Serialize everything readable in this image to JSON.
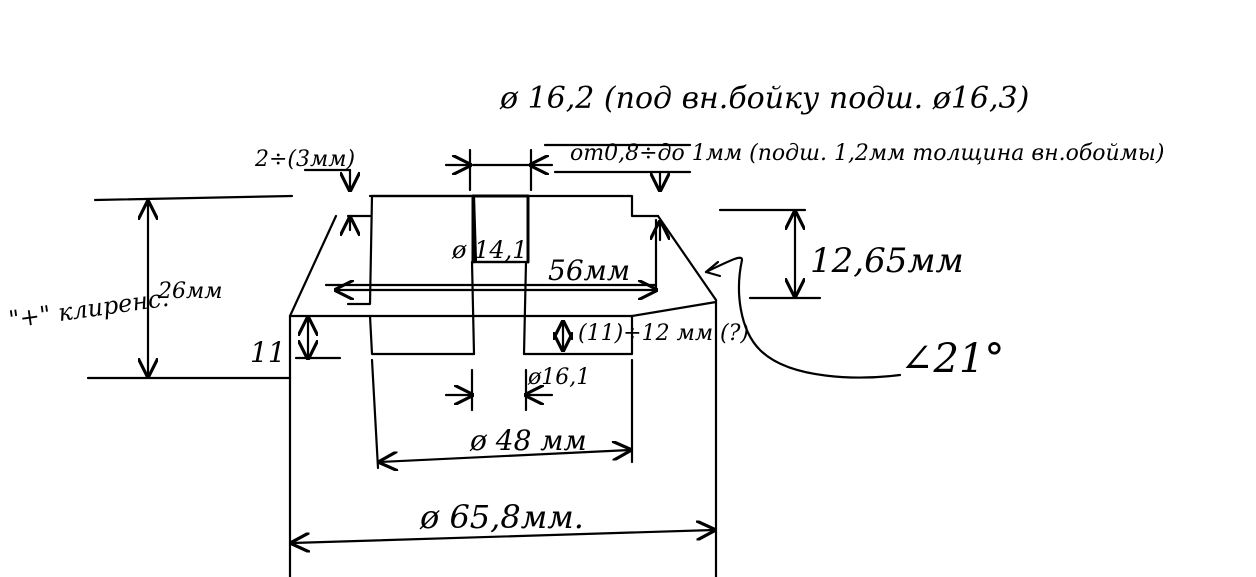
{
  "sketch": {
    "top_diameter_note": "ø 16,2 (под вн.бойку подш. ø16,3)",
    "lip_note": "от0,8÷до 1мм (подш. 1,2мм толщина вн.обоймы)",
    "side_step_label": "2÷(3мм)",
    "inner_hole_diameter": "ø 14,1",
    "top_width": "56мм",
    "right_height": "12,65мм",
    "clearance_label": "\"+\" клиренс.",
    "total_height": "26мм",
    "left_height": "11",
    "recess_depth": "(11)÷12 мм (?)",
    "recess_hole_diameter": "ø16,1",
    "recess_diameter": "ø 48 мм",
    "angle": "∠21°",
    "base_diameter": "ø 65,8мм."
  },
  "colors": {
    "ink": "#000000",
    "paper": "#ffffff"
  }
}
